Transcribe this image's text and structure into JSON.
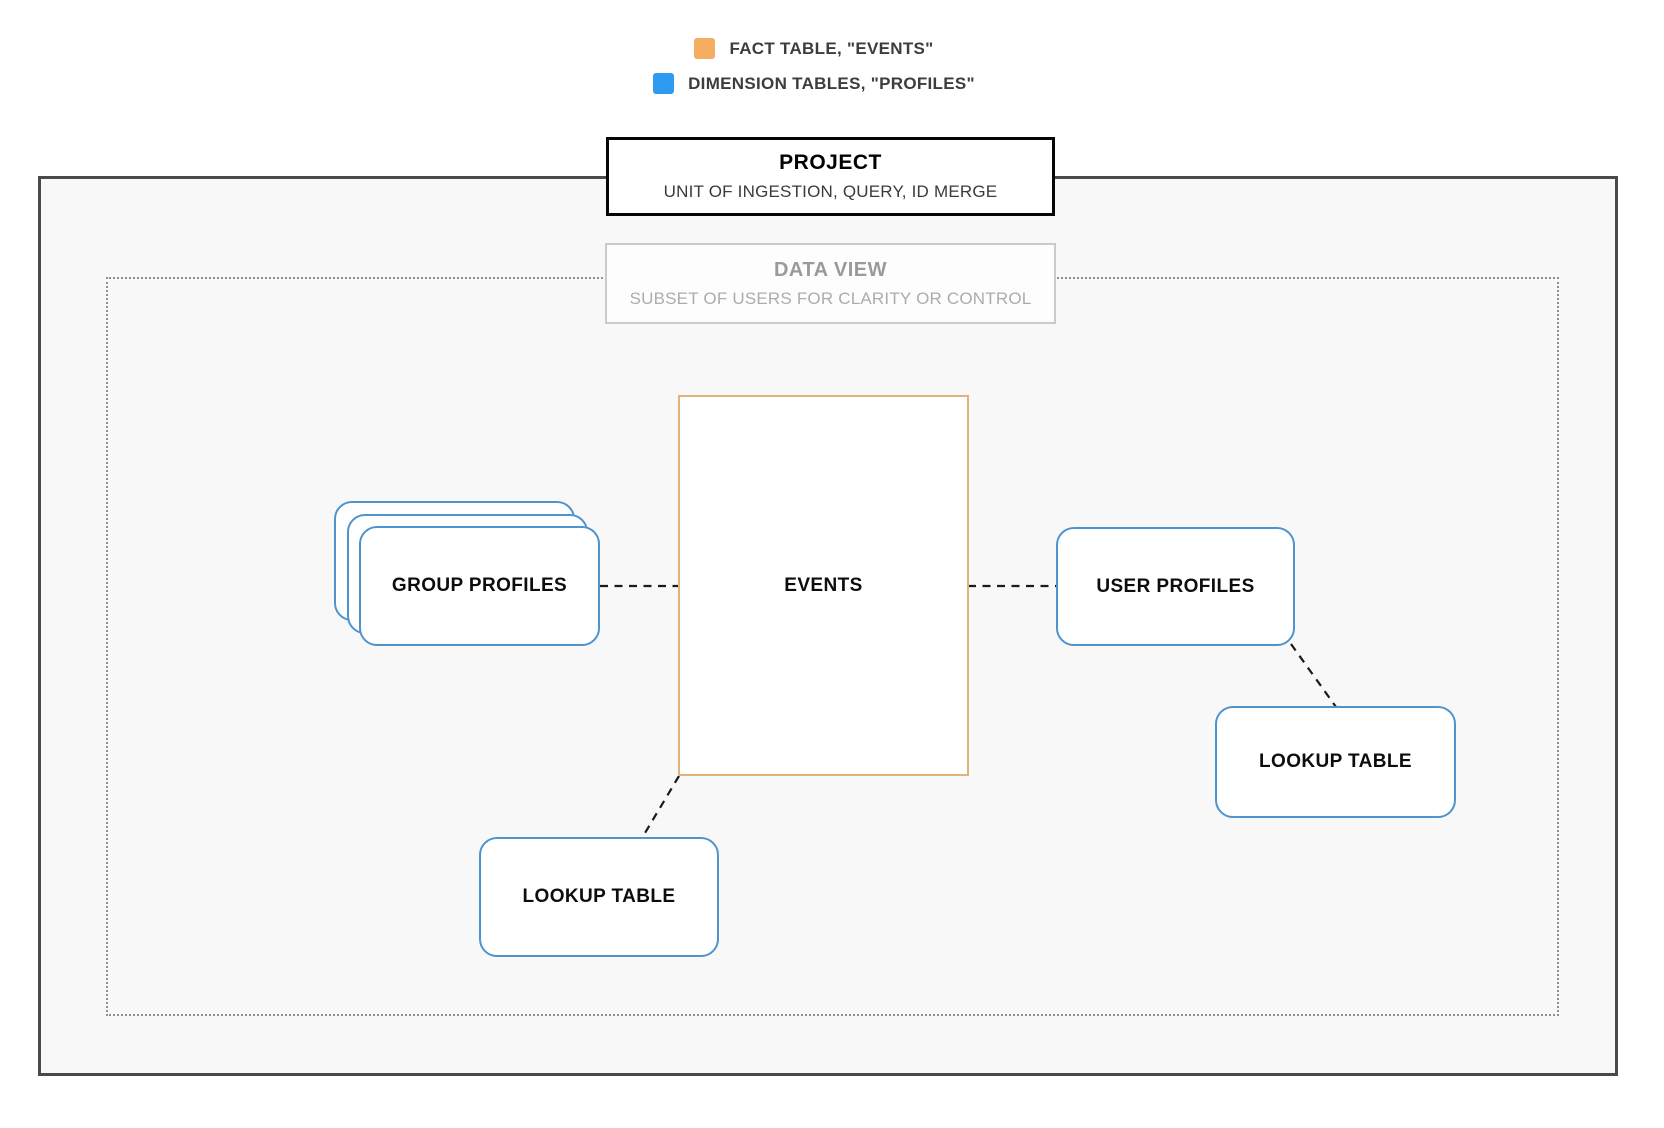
{
  "legend": {
    "items": [
      {
        "id": "fact",
        "label": "FACT TABLE, \"EVENTS\"",
        "swatch_color": "#F5AD61"
      },
      {
        "id": "dimension",
        "label": "DIMENSION TABLES, \"PROFILES\"",
        "swatch_color": "#2E9BF0"
      }
    ]
  },
  "project": {
    "title": "PROJECT",
    "subtitle": "UNIT OF INGESTION, QUERY, ID MERGE"
  },
  "data_view": {
    "title": "DATA VIEW",
    "subtitle": "SUBSET OF USERS FOR CLARITY OR CONTROL"
  },
  "nodes": {
    "events": {
      "label": "EVENTS",
      "type": "fact"
    },
    "group_profiles": {
      "label": "GROUP PROFILES",
      "type": "dimension"
    },
    "user_profiles": {
      "label": "USER PROFILES",
      "type": "dimension"
    },
    "lookup_table_right": {
      "label": "LOOKUP TABLE",
      "type": "dimension"
    },
    "lookup_table_bottom": {
      "label": "LOOKUP TABLE",
      "type": "dimension"
    }
  },
  "colors": {
    "fact_border": "#E3B17C",
    "fact_swatch": "#F5AD61",
    "dimension_border": "#4E94CE",
    "dimension_swatch": "#2E9BF0",
    "project_border": "#060606",
    "data_view_border": "#CACACA",
    "outer_boundary_border": "#4A4A4A",
    "dotted_boundary_border": "#8F8F8F",
    "connector": "#1A1A1A",
    "boundary_background": "#F8F8F9"
  }
}
